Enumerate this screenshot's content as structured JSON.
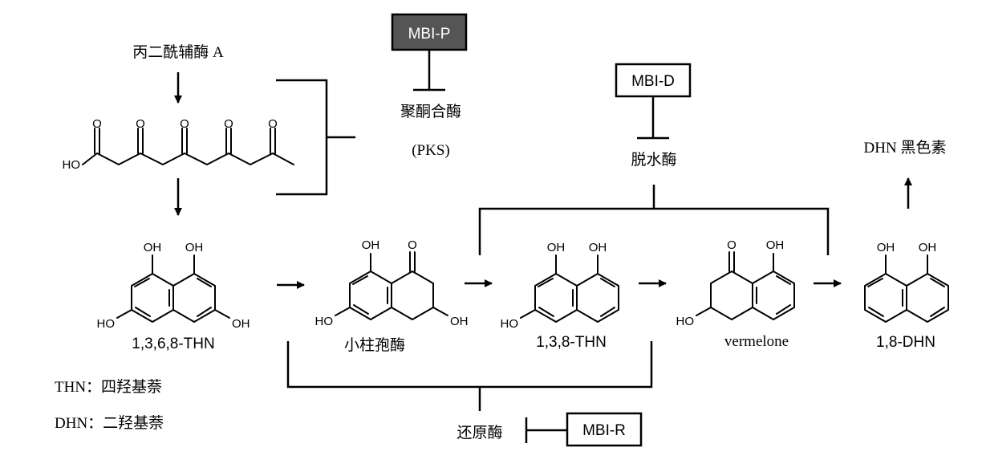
{
  "labels": {
    "malonyl": "丙二酰辅酶 A",
    "pks_name": "聚酮合酶",
    "pks_abbr": "(PKS)",
    "dehydratase": "脱水酶",
    "dhn_melanin": "DHN 黑色素",
    "reductase": "还原酶",
    "thn_def": "THN：四羟基萘",
    "dhn_def": "DHN：二羟基萘"
  },
  "inhibitors": {
    "mbi_p": "MBI-P",
    "mbi_d": "MBI-D",
    "mbi_r": "MBI-R"
  },
  "compounds": {
    "c1": "1,3,6,8-THN",
    "c2": "小柱孢酶",
    "c3": "1,3,8-THN",
    "c4": "vermelone",
    "c5": "1,8-DHN"
  },
  "atoms": {
    "oh": "OH",
    "ho": "HO",
    "o": "O"
  },
  "colors": {
    "mbi_p_fill": "#555555",
    "mbi_p_text": "#ffffff",
    "box_fill": "#ffffff",
    "ink": "#000000"
  }
}
